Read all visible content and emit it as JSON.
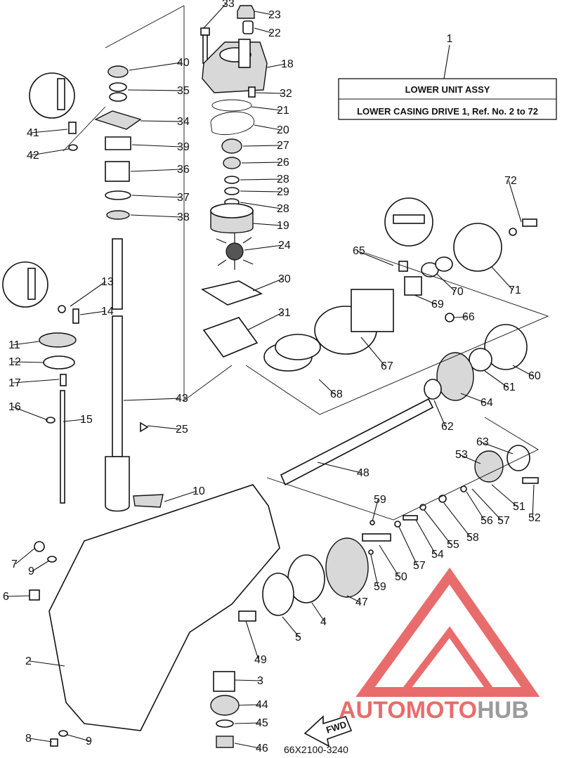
{
  "title": {
    "ref_number": "1",
    "line1": "LOWER  UNIT  ASSY",
    "line2": "LOWER CASING DRIVE 1, Ref. No. 2 to 72"
  },
  "diagram_code": "66X2100-3240",
  "fwd_label": "FWD",
  "watermark": {
    "part1": "AUTO",
    "part2": "MOTO",
    "part3": "HUB",
    "color_red": "#e23b3b",
    "color_gray": "#7a7a7a"
  },
  "callouts": [
    "33",
    "23",
    "22",
    "18",
    "32",
    "21",
    "20",
    "27",
    "26",
    "28",
    "29",
    "28",
    "19",
    "24",
    "30",
    "31",
    "40",
    "35",
    "34",
    "39",
    "36",
    "37",
    "38",
    "41",
    "42",
    "13",
    "14",
    "11",
    "12",
    "17",
    "16",
    "15",
    "43",
    "25",
    "10",
    "7",
    "9",
    "6",
    "2",
    "8",
    "9",
    "3",
    "44",
    "45",
    "46",
    "49",
    "5",
    "4",
    "47",
    "48",
    "50",
    "59",
    "59",
    "57",
    "54",
    "55",
    "58",
    "56",
    "57",
    "51",
    "52",
    "53",
    "63",
    "62",
    "64",
    "61",
    "60",
    "67",
    "68",
    "65",
    "69",
    "66",
    "70",
    "71",
    "72"
  ]
}
